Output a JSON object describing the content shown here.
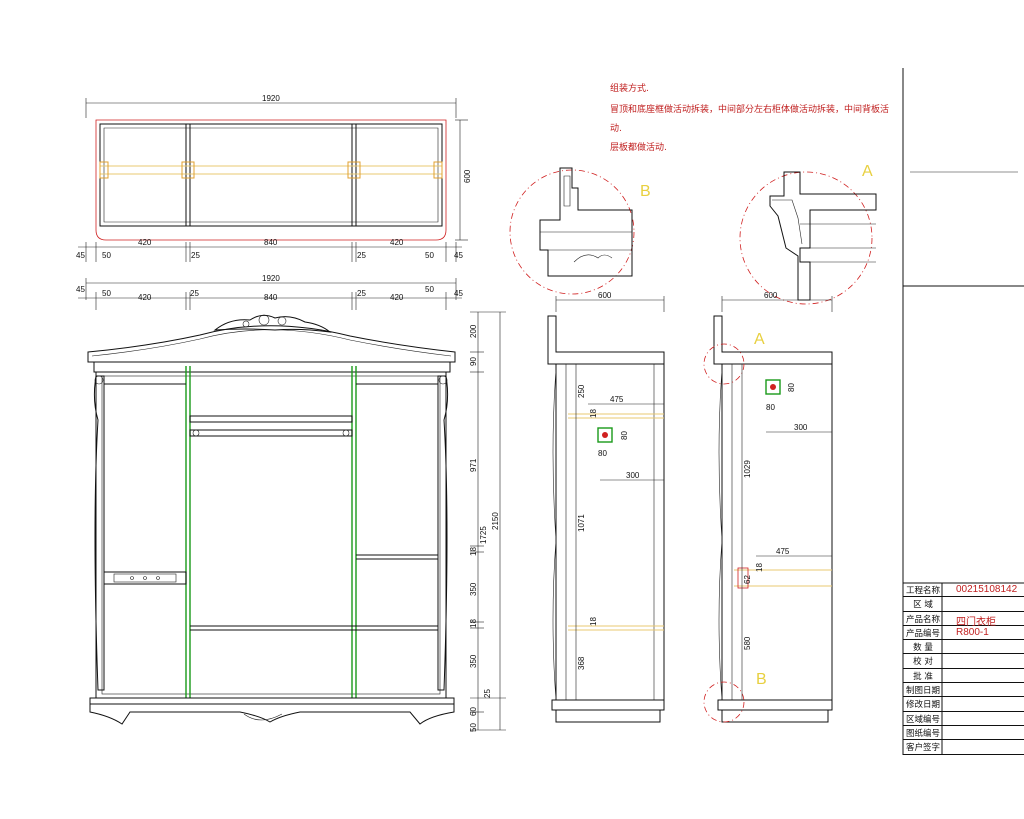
{
  "notes": {
    "title": "组装方式.",
    "line1": "冒顶和底座框做活动拆装，中间部分左右柜体做活动拆装，中间背板活",
    "line2": "动.",
    "line3": "层板都做活动."
  },
  "detail_labels": {
    "a": "A",
    "b": "B"
  },
  "top_view": {
    "overall": "1920",
    "depth": "600",
    "segments": [
      "45",
      "50",
      "420",
      "25",
      "840",
      "25",
      "420",
      "50",
      "45"
    ]
  },
  "front_view": {
    "overall": "1920",
    "segments": [
      "45",
      "50",
      "420",
      "25",
      "840",
      "25",
      "420",
      "50",
      "45"
    ],
    "right_dims": [
      "200",
      "90",
      "971",
      "18",
      "350",
      "18",
      "350",
      "25",
      "60",
      "50"
    ],
    "overall_height": "2150",
    "mid_height": "1725"
  },
  "side_view_left": {
    "depth": "600",
    "dims": [
      "250",
      "18",
      "1071",
      "18",
      "368"
    ],
    "rail_len": "475",
    "hole_w": "80",
    "hole_h": "80",
    "offset": "300"
  },
  "side_view_right": {
    "depth": "600",
    "dims": [
      "1029",
      "18",
      "62",
      "580"
    ],
    "rail_len": "475",
    "hole_w": "80",
    "hole_h": "80",
    "offset": "300"
  },
  "title_block": {
    "rows": [
      {
        "key": "工程名称",
        "value": "00215108142"
      },
      {
        "key": "区 域",
        "value": ""
      },
      {
        "key": "产品名称",
        "value": "四门衣柜"
      },
      {
        "key": "产品编号",
        "value": "R800-1"
      },
      {
        "key": "数 量",
        "value": ""
      },
      {
        "key": "校 对",
        "value": ""
      },
      {
        "key": "批 准",
        "value": ""
      },
      {
        "key": "制图日期",
        "value": ""
      },
      {
        "key": "修改日期",
        "value": ""
      },
      {
        "key": "区域编号",
        "value": ""
      },
      {
        "key": "图纸编号",
        "value": ""
      },
      {
        "key": "客户签字",
        "value": ""
      }
    ]
  },
  "colors": {
    "dimension": "#111111",
    "accent_red": "#d02020",
    "green": "#1a9a1a",
    "yellow": "#e8d040"
  }
}
